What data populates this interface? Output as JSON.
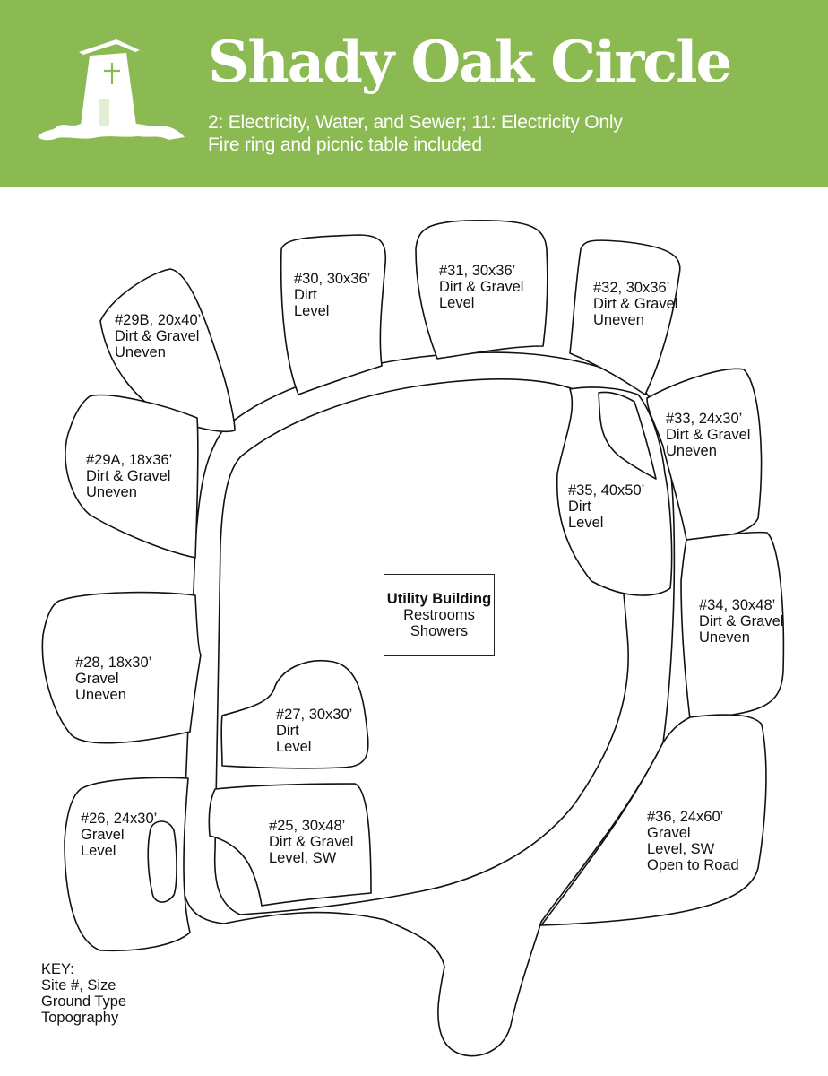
{
  "header": {
    "title": "Shady Oak Circle",
    "subtitle_line1": "2: Electricity, Water, and Sewer; 11: Electricity Only",
    "subtitle_line2": "Fire ring and picnic table included",
    "background_color": "#8cba52",
    "text_color": "#ffffff",
    "logo_icon": "tower-with-cross-icon"
  },
  "map": {
    "utility_building": {
      "name": "Utility Building",
      "line2": "Restrooms",
      "line3": "Showers"
    },
    "sites": [
      {
        "id": "29b",
        "line1": "#29B, 20x40’",
        "line2": "Dirt & Gravel",
        "line3": "Uneven"
      },
      {
        "id": "30",
        "line1": "#30, 30x36’",
        "line2": "Dirt",
        "line3": "Level"
      },
      {
        "id": "31",
        "line1": "#31, 30x36’",
        "line2": "Dirt & Gravel",
        "line3": "Level"
      },
      {
        "id": "32",
        "line1": "#32, 30x36’",
        "line2": "Dirt & Gravel",
        "line3": "Uneven"
      },
      {
        "id": "33",
        "line1": "#33, 24x30’",
        "line2": "Dirt & Gravel",
        "line3": "Uneven"
      },
      {
        "id": "29a",
        "line1": "#29A, 18x36’",
        "line2": "Dirt & Gravel",
        "line3": "Uneven"
      },
      {
        "id": "35",
        "line1": "#35, 40x50’",
        "line2": "Dirt",
        "line3": "Level"
      },
      {
        "id": "34",
        "line1": "#34, 30x48’",
        "line2": "Dirt & Gravel",
        "line3": "Uneven"
      },
      {
        "id": "28",
        "line1": "#28, 18x30’",
        "line2": "Gravel",
        "line3": "Uneven"
      },
      {
        "id": "27",
        "line1": "#27, 30x30’",
        "line2": "Dirt",
        "line3": "Level"
      },
      {
        "id": "26",
        "line1": "#26, 24x30’",
        "line2": "Gravel",
        "line3": "Level"
      },
      {
        "id": "25",
        "line1": "#25, 30x48’",
        "line2": "Dirt & Gravel",
        "line3": "Level, SW"
      },
      {
        "id": "36",
        "line1": "#36, 24x60’",
        "line2": "Gravel",
        "line3": "Level, SW",
        "line4": "Open to Road"
      }
    ]
  },
  "key": {
    "heading": "KEY:",
    "line1": "Site #, Size",
    "line2": "Ground Type",
    "line3": "Topography"
  }
}
